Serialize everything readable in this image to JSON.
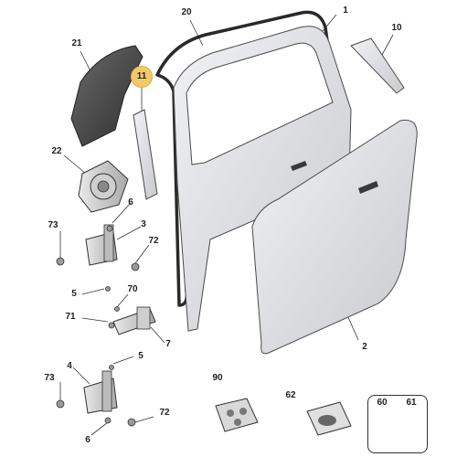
{
  "labels": {
    "p1": "1",
    "p2": "2",
    "p3": "3",
    "p4": "4",
    "p5a": "5",
    "p5b": "5",
    "p6a": "6",
    "p6b": "6",
    "p7": "7",
    "p10": "10",
    "p11": "11",
    "p20": "20",
    "p21": "21",
    "p22": "22",
    "p60": "60",
    "p61": "61",
    "p62": "62",
    "p70": "70",
    "p71": "71",
    "p72a": "72",
    "p72b": "72",
    "p73a": "73",
    "p73b": "73",
    "p90": "90"
  },
  "highlighted_part": "11",
  "colors": {
    "highlight": "#f2c96a",
    "panel_fill": "#e2e3e6",
    "outline": "#4a4a4a",
    "dark_part": "#3e3e3e"
  }
}
